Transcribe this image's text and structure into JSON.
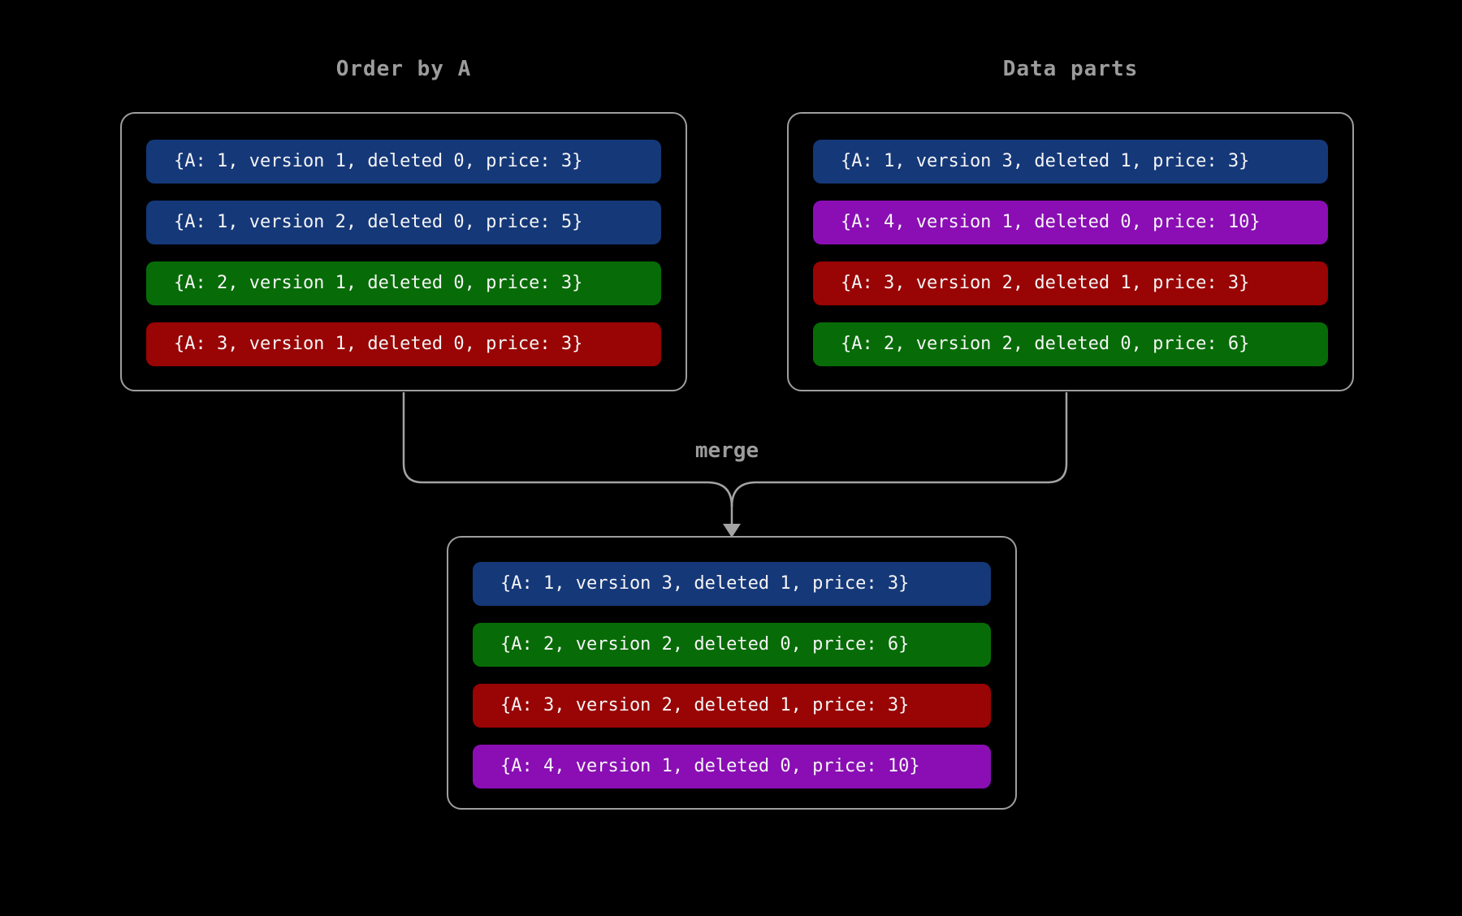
{
  "diagram": {
    "background": "#000000",
    "connector_color": "#a3a3a3",
    "box_border_color": "#9e9e9e",
    "title_color": "#9c9c9c",
    "row_text_color": "#f5f5f5",
    "merge_label": "merge",
    "boxes": [
      {
        "id": "order-by-a",
        "title": "Order by A",
        "rows": [
          {
            "text": "{A: 1, version 1, deleted 0, price: 3}",
            "color": "#153879"
          },
          {
            "text": "{A: 1, version 2, deleted 0, price: 5}",
            "color": "#153879"
          },
          {
            "text": "{A: 2, version 1, deleted 0, price: 3}",
            "color": "#076c07"
          },
          {
            "text": "{A: 3, version 1, deleted 0, price: 3}",
            "color": "#990404"
          }
        ]
      },
      {
        "id": "data-parts",
        "title": "Data parts",
        "rows": [
          {
            "text": "{A: 1, version 3, deleted 1, price: 3}",
            "color": "#153879"
          },
          {
            "text": "{A: 4, version 1, deleted 0, price: 10}",
            "color": "#8a0eb4"
          },
          {
            "text": "{A: 3, version 2, deleted 1, price: 3}",
            "color": "#990404"
          },
          {
            "text": "{A: 2, version 2, deleted 0, price: 6}",
            "color": "#076c07"
          }
        ]
      },
      {
        "id": "merged-result",
        "title": "",
        "rows": [
          {
            "text": "{A: 1, version 3, deleted 1, price: 3}",
            "color": "#153879"
          },
          {
            "text": "{A: 2, version 2, deleted 0, price: 6}",
            "color": "#076c07"
          },
          {
            "text": "{A: 3, version 2, deleted 1, price: 3}",
            "color": "#990404"
          },
          {
            "text": "{A: 4, version 1, deleted 0, price: 10}",
            "color": "#8a0eb4"
          }
        ]
      }
    ]
  }
}
